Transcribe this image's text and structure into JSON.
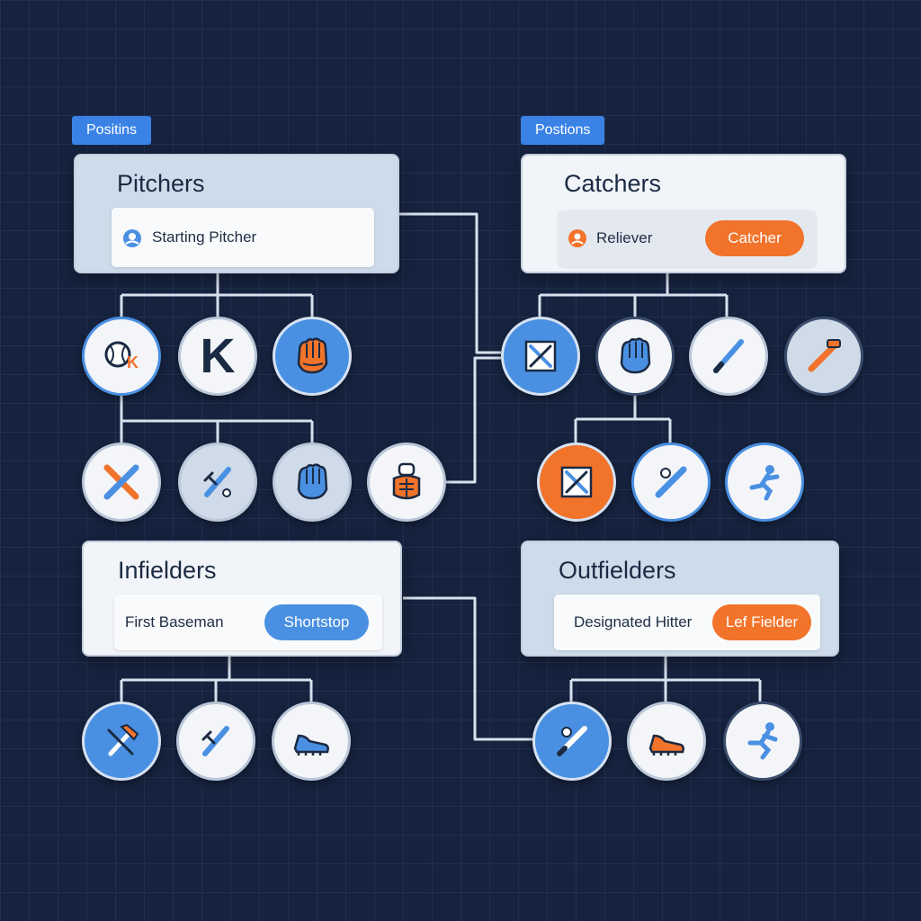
{
  "groups": {
    "pitchers": {
      "tag": "Positins",
      "title": "Pitchers",
      "row_label": "Starting Pitcher"
    },
    "catchers": {
      "tag": "Postions",
      "title": "Catchers",
      "row_label": "Reliever",
      "pill": "Catcher"
    },
    "infielders": {
      "title": "Infielders",
      "row_label": "First Baseman",
      "pill": "Shortstop"
    },
    "outfielders": {
      "title": "Outfielders",
      "row_label": "Designated Hitter",
      "pill": "Lef Fielder"
    }
  },
  "badges": {
    "strikeout": "K",
    "ball_k": "K"
  },
  "icons": [
    "baseball-strikeout-icon",
    "strikeout-k-icon",
    "glove-icon",
    "crossed-bats-icon",
    "bat-tools-icon",
    "glove-icon",
    "catcher-gear-icon",
    "crossed-bats-icon",
    "glove-icon",
    "bat-icon",
    "bat-icon",
    "crossed-bats-icon",
    "bat-ball-icon",
    "player-icon",
    "hammer-tools-icon",
    "bat-tools-icon",
    "cleat-icon",
    "bat-ball-icon",
    "cleat-icon",
    "runner-icon"
  ],
  "colors": {
    "background": "#16233f",
    "accent_blue": "#4a90e2",
    "accent_orange": "#f2732a",
    "navy": "#1b2a43"
  }
}
